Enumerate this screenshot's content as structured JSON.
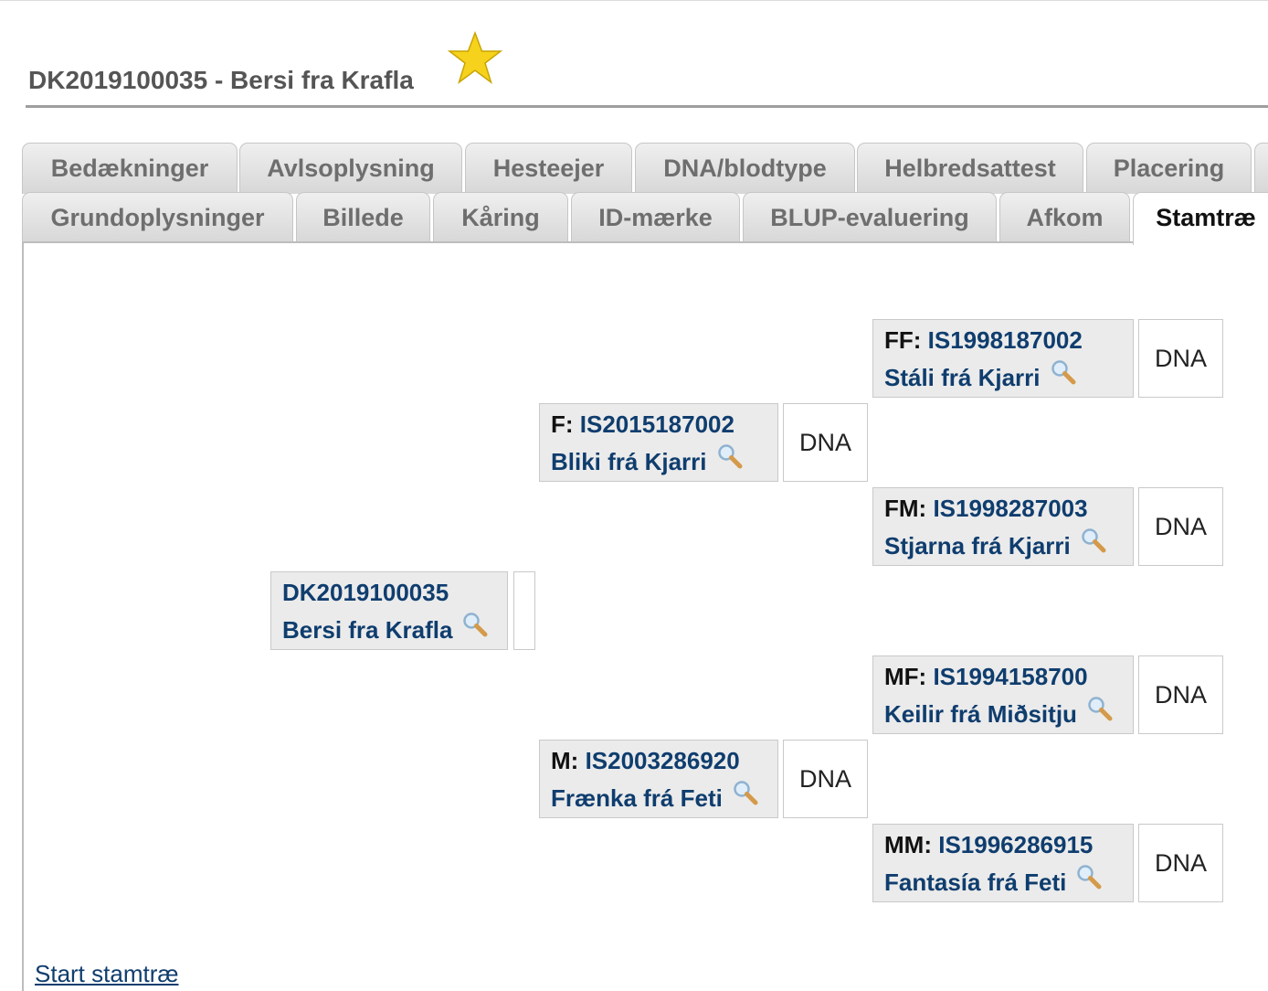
{
  "header": {
    "title": "DK2019100035 - Bersi fra Krafla",
    "star_color": "#f6d21c"
  },
  "tabs": {
    "row1": [
      "Bedækninger",
      "Avlsoplysning",
      "Hesteejer",
      "DNA/blodtype",
      "Helbredsattest",
      "Placering"
    ],
    "row2": [
      "Grundoplysninger",
      "Billede",
      "Kåring",
      "ID-mærke",
      "BLUP-evaluering",
      "Afkom",
      "Stamtræ"
    ],
    "active": "Stamtræ"
  },
  "pedigree": {
    "subject": {
      "reg": "DK2019100035",
      "name": "Bersi fra Krafla"
    },
    "F": {
      "label": "F:",
      "reg": "IS2015187002",
      "name": "Bliki frá Kjarri",
      "dna": "DNA"
    },
    "M": {
      "label": "M:",
      "reg": "IS2003286920",
      "name": "Frænka frá Feti",
      "dna": "DNA"
    },
    "FF": {
      "label": "FF:",
      "reg": "IS1998187002",
      "name": "Stáli frá Kjarri",
      "dna": "DNA"
    },
    "FM": {
      "label": "FM:",
      "reg": "IS1998287003",
      "name": "Stjarna frá Kjarri",
      "dna": "DNA"
    },
    "MF": {
      "label": "MF:",
      "reg": "IS1994158700",
      "name": "Keilir frá Miðsitju",
      "dna": "DNA"
    },
    "MM": {
      "label": "MM:",
      "reg": "IS1996286915",
      "name": "Fantasía frá Feti",
      "dna": "DNA"
    }
  },
  "footer": {
    "start_link": "Start stamtræ"
  },
  "colors": {
    "link": "#0f3d6e",
    "tab_bg": "#dedede",
    "box_bg": "#ebebeb"
  }
}
